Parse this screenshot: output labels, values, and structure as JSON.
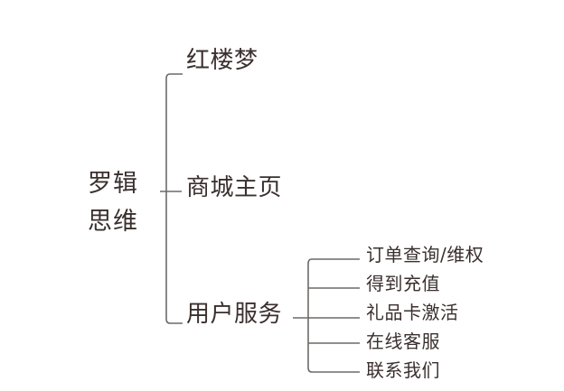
{
  "diagram": {
    "type": "mind-map",
    "title_visible": false,
    "background_color": "#ffffff",
    "line_color": "#6d6a68",
    "text_color": "#3a302e",
    "root": {
      "label": "罗辑思维",
      "line_1": "罗辑",
      "line_2": "思维"
    },
    "branches": [
      {
        "label": "红楼梦",
        "children": []
      },
      {
        "label": "商城主页",
        "children": []
      },
      {
        "label": "用户服务",
        "children": [
          {
            "label": "订单查询/维权"
          },
          {
            "label": "得到充值"
          },
          {
            "label": "礼品卡激活"
          },
          {
            "label": "在线客服"
          },
          {
            "label": "联系我们"
          }
        ]
      }
    ]
  }
}
